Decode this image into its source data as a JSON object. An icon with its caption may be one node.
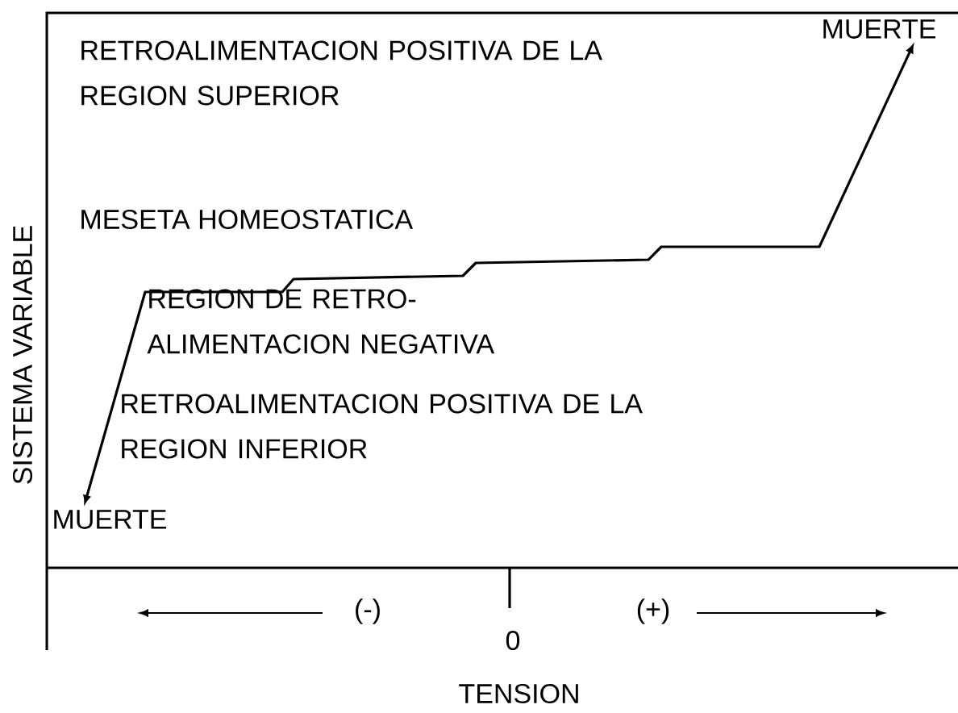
{
  "diagram": {
    "nodes": [
      {
        "text": [
          "MUERTE"
        ]
      },
      {
        "text": [
          "MUERTE"
        ]
      }
    ],
    "edges": [
      {
        "from": 1,
        "to": 0,
        "arrow": "both"
      }
    ],
    "labels": [
      "RETROALIMENTACION POSITIVA DE LA REGION SUPERIOR",
      "MESETA HOMEOSTATICA",
      "SISTEMA VARIABLE",
      "REGION DE RETRO-ALIMENTACION NEGATIVA",
      "RETROALIMENTACION POSITIVA DE LA REGION INFERIOR",
      "(-)",
      "(+)",
      "0",
      "TENSION"
    ]
  }
}
